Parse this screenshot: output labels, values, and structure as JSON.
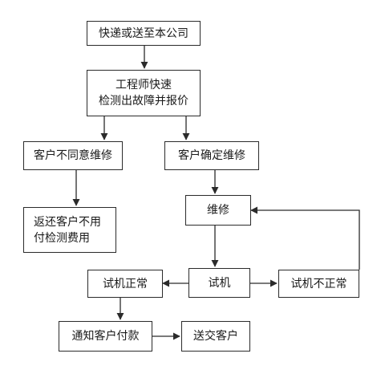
{
  "flowchart": {
    "nodes": {
      "deliver": "快递或送至本公司",
      "inspect_line1": "工程师快速",
      "inspect_line2": "检测出故障并报价",
      "disagree": "客户不同意维修",
      "agree": "客户确定维修",
      "refund_line1": "返还客户不用",
      "refund_line2": "付检测费用",
      "repair": "维修",
      "trial": "试机",
      "trial_ok": "试机正常",
      "trial_fail": "试机不正常",
      "notify_pay": "通知客户付款",
      "return_customer": "送交客户"
    }
  }
}
